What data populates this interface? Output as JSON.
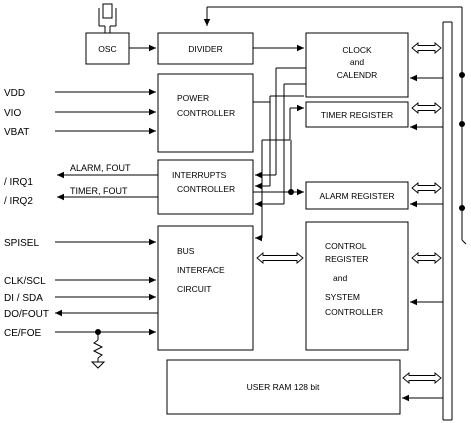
{
  "blocks": {
    "osc": "OSC",
    "divider": "DIVIDER",
    "clock_line1": "CLOCK",
    "clock_line2": "and",
    "clock_line3": "CALENDR",
    "power_line1": "POWER",
    "power_line2": "CONTROLLER",
    "timer_register": "TIMER REGISTER",
    "interrupts_line1": "INTERRUPTS",
    "interrupts_line2": "CONTROLLER",
    "alarm_register": "ALARM REGISTER",
    "bus_line1": "BUS",
    "bus_line2": "INTERFACE",
    "bus_line3": "CIRCUIT",
    "control_line1": "CONTROL",
    "control_line2": "REGISTER",
    "control_line3": "and",
    "control_line4": "SYSTEM",
    "control_line5": "CONTROLLER",
    "user_ram": "USER RAM 128 bit"
  },
  "pins": {
    "vdd": "VDD",
    "vio": "VIO",
    "vbat": "VBAT",
    "irq1": "/ IRQ1",
    "irq2": "/ IRQ2",
    "spisel": "SPISEL",
    "clk_scl": "CLK/SCL",
    "di_sda": "DI / SDA",
    "do_fout": "DO/FOUT",
    "ce_foe": "CE/FOE"
  },
  "signals": {
    "alarm_fout": "ALARM, FOUT",
    "timer_fout": "TIMER, FOUT"
  }
}
